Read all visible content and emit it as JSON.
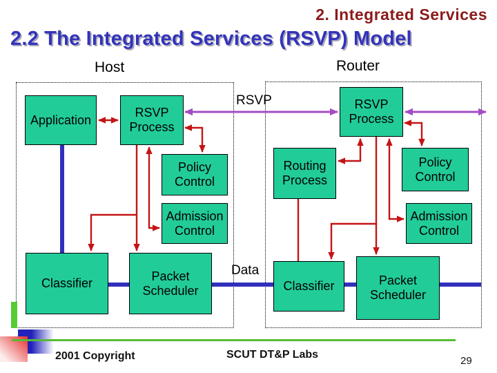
{
  "header": {
    "kicker": "2. Integrated Services",
    "title": "2.2 The Integrated Services (RSVP) Model"
  },
  "diagram": {
    "host": {
      "label": "Host",
      "application": "Application",
      "rsvp_process": "RSVP Process",
      "policy_control": "Policy Control",
      "admission_control": "Admission Control",
      "classifier": "Classifier",
      "packet_scheduler": "Packet Scheduler"
    },
    "router": {
      "label": "Router",
      "rsvp_process": "RSVP Process",
      "routing_process": "Routing Process",
      "policy_control": "Policy Control",
      "admission_control": "Admission Control",
      "classifier": "Classifier",
      "packet_scheduler": "Packet Scheduler"
    },
    "flow_labels": {
      "rsvp": "RSVP",
      "data": "Data"
    }
  },
  "footer": {
    "copyright": "2001 Copyright",
    "lab": "SCUT DT&P Labs",
    "page_number": "29"
  },
  "colors": {
    "box_fill": "#22CC99",
    "control_arrow_red": "#C41414",
    "rsvp_arrow_purple": "#A44CC4",
    "data_path_blue": "#3030BB",
    "title_blue": "#3333BB",
    "kicker_dark_red": "#8B1A1A",
    "accent_green": "#55CC33"
  }
}
